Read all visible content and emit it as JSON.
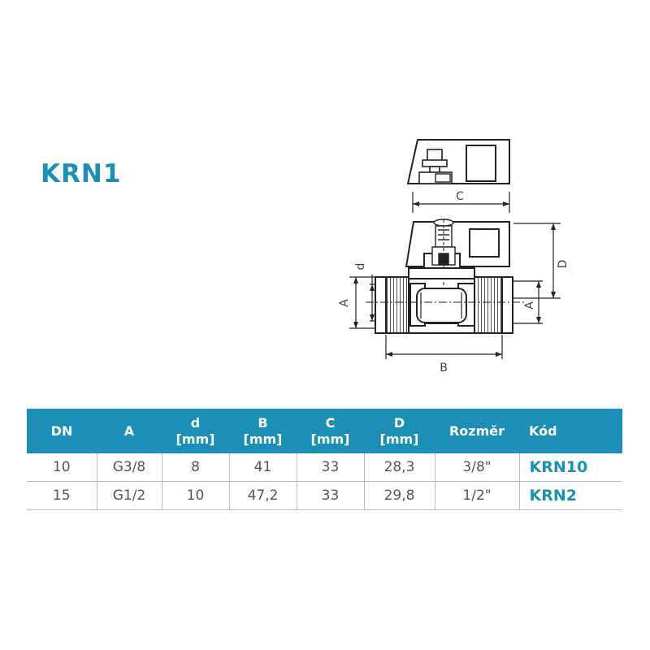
{
  "title": "KRN1",
  "drawing": {
    "labels": {
      "c": "C",
      "d_upper": "D",
      "d_lower": "d",
      "a_left": "A",
      "a_right": "A",
      "b": "B"
    }
  },
  "table": {
    "headers": [
      {
        "line1": "DN",
        "line2": ""
      },
      {
        "line1": "A",
        "line2": ""
      },
      {
        "line1": "d",
        "line2": "[mm]"
      },
      {
        "line1": "B",
        "line2": "[mm]"
      },
      {
        "line1": "C",
        "line2": "[mm]"
      },
      {
        "line1": "D",
        "line2": "[mm]"
      },
      {
        "line1": "Rozměr",
        "line2": ""
      },
      {
        "line1": "Kód",
        "line2": ""
      }
    ],
    "rows": [
      [
        "10",
        "G3/8",
        "8",
        "41",
        "33",
        "28,3",
        "3/8\"",
        "KRN10"
      ],
      [
        "15",
        "G1/2",
        "10",
        "47,2",
        "33",
        "29,8",
        "1/2\"",
        "KRN2"
      ]
    ]
  },
  "colors": {
    "accent": "#1b8fb6",
    "header_text": "#ffffff",
    "grid": "#b9b9b9"
  }
}
